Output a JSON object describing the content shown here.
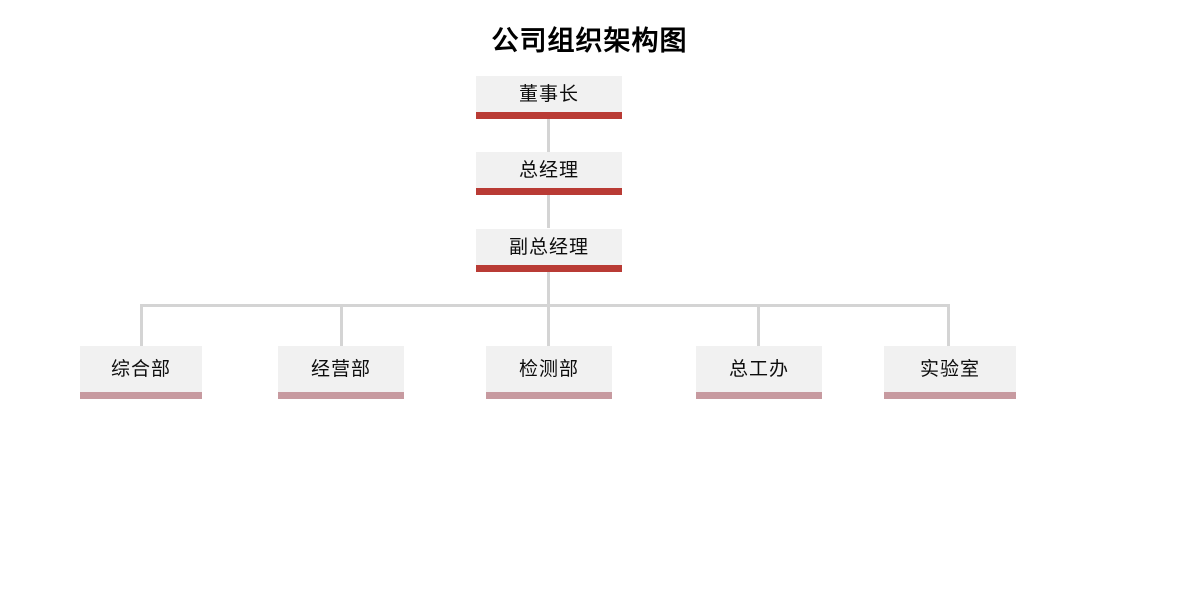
{
  "chart_data": {
    "type": "diagram",
    "diagram_type": "organizational-chart",
    "title": "公司组织架构图",
    "orientation": "top-down",
    "levels": 4,
    "node_count": 8,
    "colors": {
      "node_fill": "#f1f1f1",
      "executive_accent": "#b93b35",
      "department_accent": "#c79aa0",
      "connector": "#d4d4d4",
      "text": "#0d0d0d",
      "background": "#ffffff"
    },
    "nodes": [
      {
        "id": "chairman",
        "label": "董事长",
        "level": 1,
        "accent": "#b93b35"
      },
      {
        "id": "gm",
        "label": "总经理",
        "level": 2,
        "accent": "#b93b35"
      },
      {
        "id": "deputy-gm",
        "label": "副总经理",
        "level": 3,
        "accent": "#b93b35"
      },
      {
        "id": "dept-1",
        "label": "综合部",
        "level": 4,
        "accent": "#c79aa0"
      },
      {
        "id": "dept-2",
        "label": "经营部",
        "level": 4,
        "accent": "#c79aa0"
      },
      {
        "id": "dept-3",
        "label": "检测部",
        "level": 4,
        "accent": "#c79aa0"
      },
      {
        "id": "dept-4",
        "label": "总工办",
        "level": 4,
        "accent": "#c79aa0"
      },
      {
        "id": "dept-5",
        "label": "实验室",
        "level": 4,
        "accent": "#c79aa0"
      }
    ],
    "edges": [
      {
        "from": "chairman",
        "to": "gm"
      },
      {
        "from": "gm",
        "to": "deputy-gm"
      },
      {
        "from": "deputy-gm",
        "to": "dept-1"
      },
      {
        "from": "deputy-gm",
        "to": "dept-2"
      },
      {
        "from": "deputy-gm",
        "to": "dept-3"
      },
      {
        "from": "deputy-gm",
        "to": "dept-4"
      },
      {
        "from": "deputy-gm",
        "to": "dept-5"
      }
    ]
  },
  "title": "公司组织架构图",
  "hierarchy": {
    "chairman": {
      "label": "董事长"
    },
    "general_manager": {
      "label": "总经理"
    },
    "deputy_general_manager": {
      "label": "副总经理"
    },
    "departments": [
      {
        "label": "综合部"
      },
      {
        "label": "经营部"
      },
      {
        "label": "检测部"
      },
      {
        "label": "总工办"
      },
      {
        "label": "实验室"
      }
    ]
  }
}
